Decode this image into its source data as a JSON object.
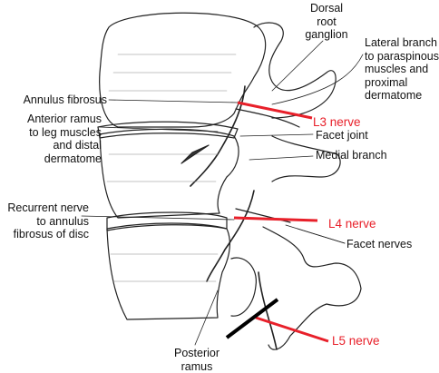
{
  "labels": {
    "dorsal_root_ganglion": "Dorsal\nroot\nganglion",
    "lateral_branch": "Lateral branch\nto paraspinous\nmuscles and\nproximal\ndermatome",
    "annulus_fibrosus": "Annulus fibrosus",
    "anterior_ramus": "Anterior ramus\nto leg muscles\nand distal\ndermatome",
    "facet_joint": "Facet joint",
    "medial_branch": "Medial branch",
    "recurrent_nerve": "Recurrent nerve\nto annulus\nfibrosus of disc",
    "facet_nerves": "Facet nerves",
    "posterior_ramus": "Posterior\nramus"
  },
  "annotations": {
    "l3": "L3 nerve",
    "l4": "L4 nerve",
    "l5": "L5 nerve"
  },
  "colors": {
    "annotation_red": "#e8202a",
    "ink": "#111111"
  }
}
